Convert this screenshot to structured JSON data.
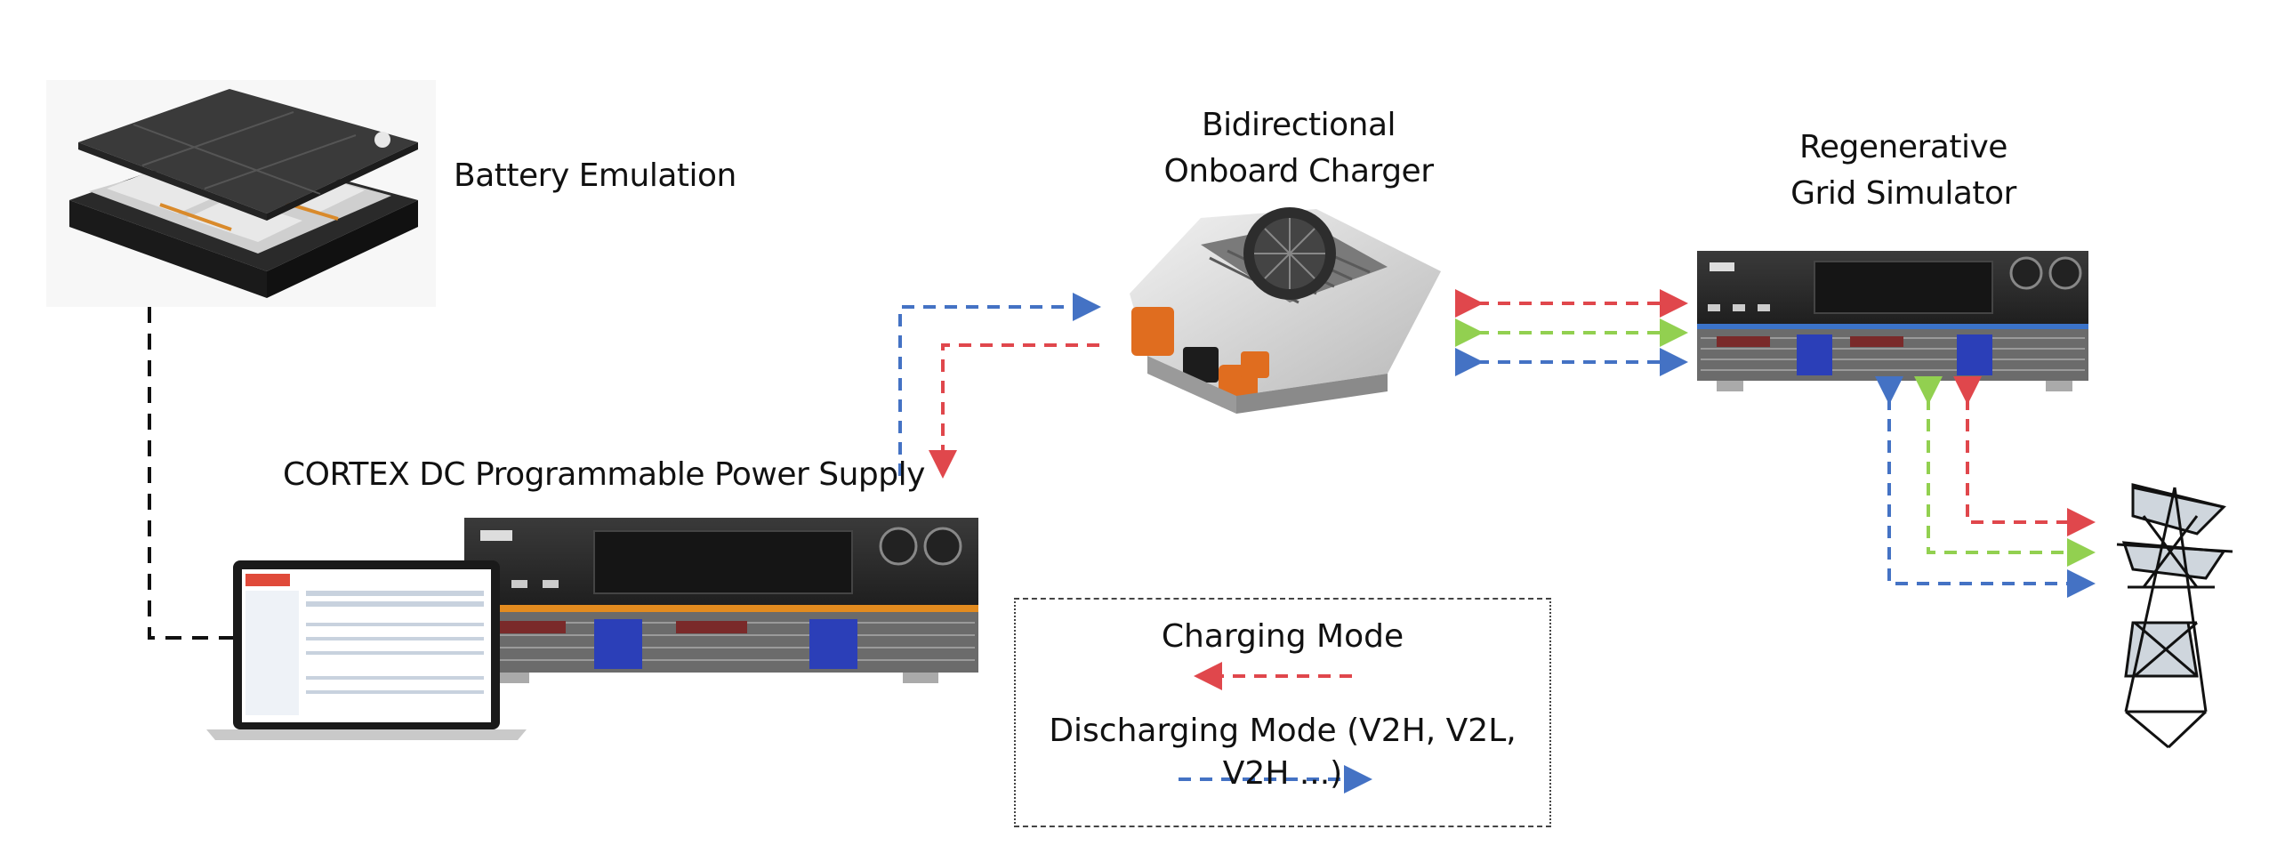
{
  "labels": {
    "battery_emulation": "Battery Emulation",
    "obc_line1": "Bidirectional",
    "obc_line2": "Onboard Charger",
    "grid_sim_line1": "Regenerative",
    "grid_sim_line2": "Grid Simulator",
    "power_supply": "CORTEX DC Programmable Power Supply"
  },
  "legend": {
    "charging_mode": "Charging Mode",
    "discharging_mode": "Discharging Mode (V2H, V2L, V2H ...)"
  },
  "colors": {
    "charging": "#e0474c",
    "discharging": "#4472c4",
    "green_line": "#92d050",
    "connection": "#111111"
  }
}
